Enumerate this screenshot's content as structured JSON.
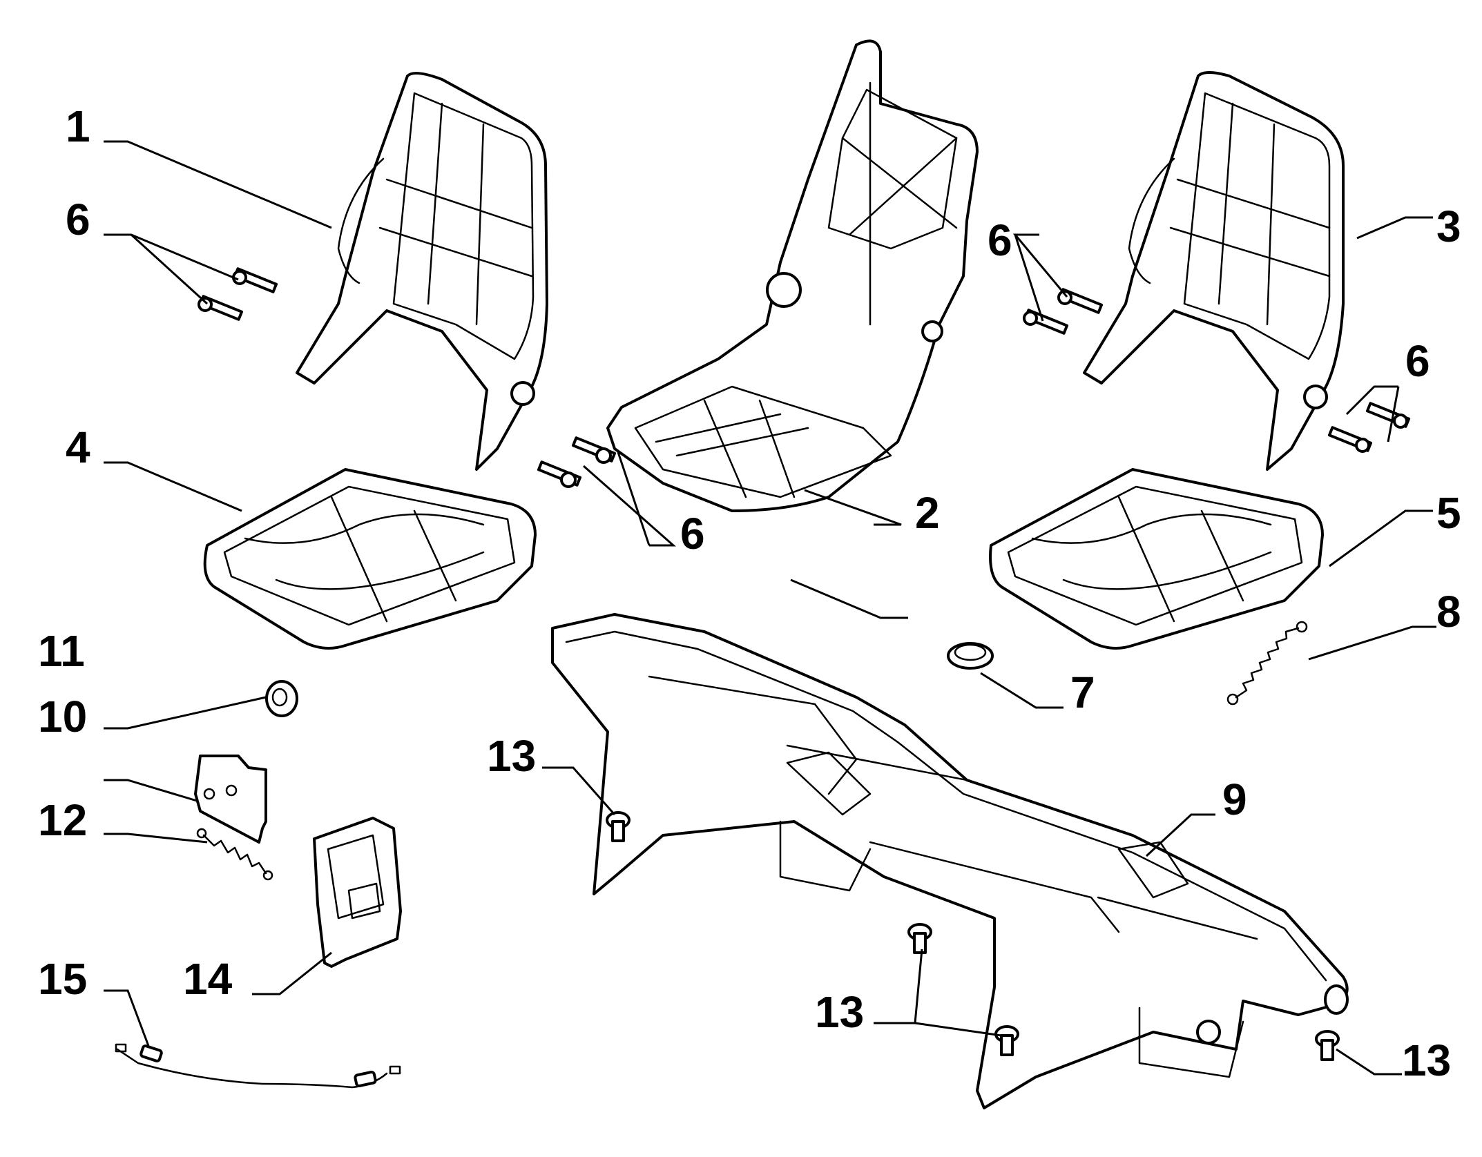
{
  "callouts": [
    {
      "id": "c1",
      "label": "1"
    },
    {
      "id": "c2",
      "label": "2"
    },
    {
      "id": "c3",
      "label": "3"
    },
    {
      "id": "c4",
      "label": "4"
    },
    {
      "id": "c5",
      "label": "5"
    },
    {
      "id": "c6a",
      "label": "6"
    },
    {
      "id": "c6b",
      "label": "6"
    },
    {
      "id": "c6c",
      "label": "6"
    },
    {
      "id": "c6d",
      "label": "6"
    },
    {
      "id": "c7",
      "label": "7"
    },
    {
      "id": "c8",
      "label": "8"
    },
    {
      "id": "c9",
      "label": "9"
    },
    {
      "id": "c10",
      "label": "10"
    },
    {
      "id": "c11",
      "label": "11"
    },
    {
      "id": "c12",
      "label": "12"
    },
    {
      "id": "c13a",
      "label": "13"
    },
    {
      "id": "c13b",
      "label": "13"
    },
    {
      "id": "c13c",
      "label": "13"
    },
    {
      "id": "c14",
      "label": "14"
    },
    {
      "id": "c15",
      "label": "15"
    }
  ],
  "colors": {
    "line": "#000000",
    "background": "#ffffff"
  }
}
